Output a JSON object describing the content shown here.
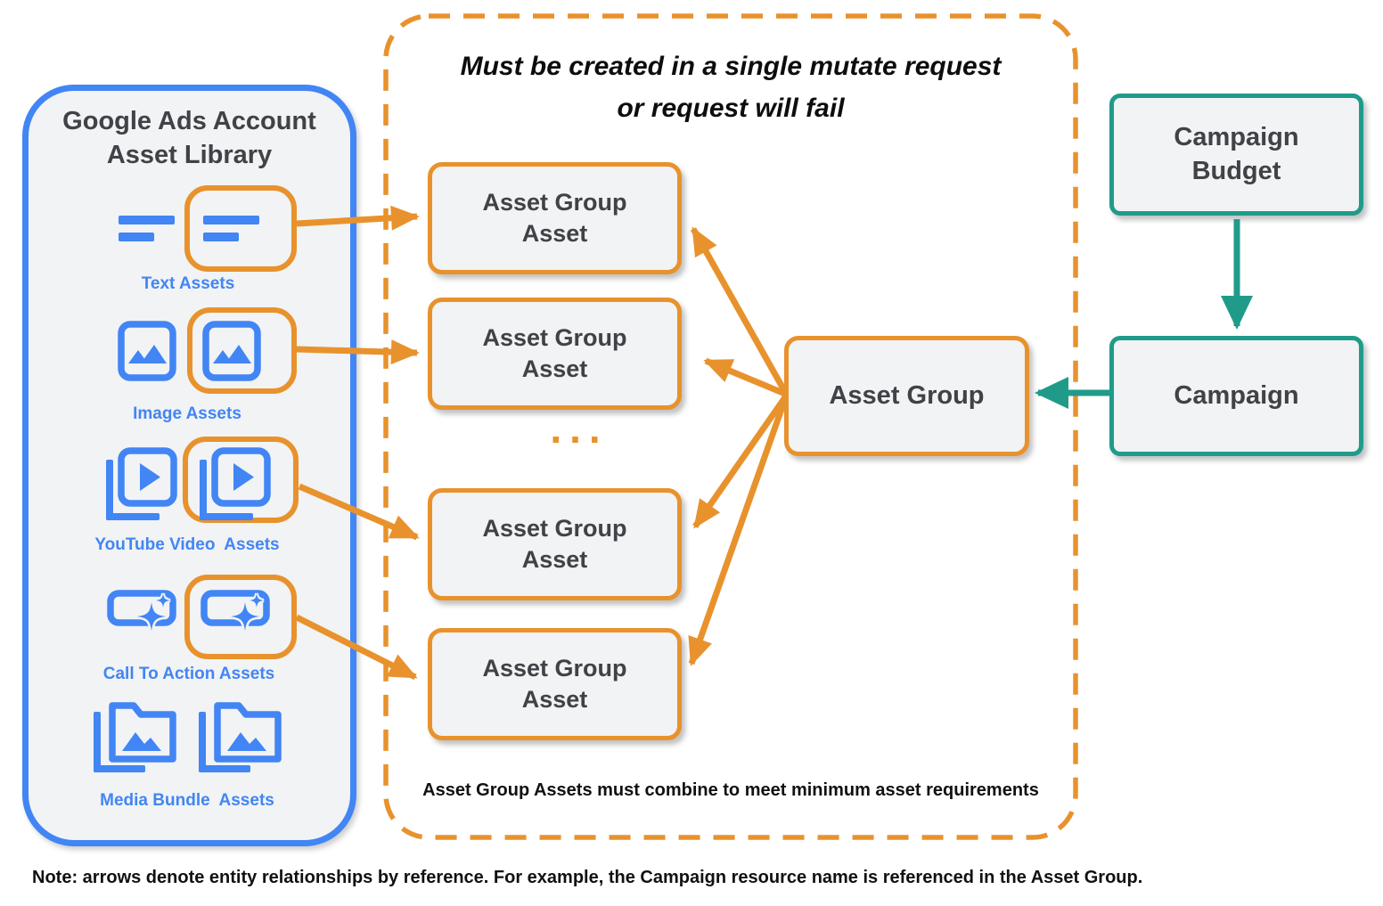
{
  "colors": {
    "blue": "#4285F4",
    "orange": "#E8922D",
    "teal": "#209B8A",
    "panel_fill": "#F1F3F4",
    "dark_text": "#3F4347"
  },
  "library": {
    "title_line1": "Google Ads Account",
    "title_line2": "Asset Library",
    "items": [
      {
        "label": "Text Assets",
        "icon": "text-asset-icon"
      },
      {
        "label": "Image Assets",
        "icon": "image-asset-icon"
      },
      {
        "label": "YouTube Video  Assets",
        "icon": "youtube-video-asset-icon"
      },
      {
        "label": "Call To Action Assets",
        "icon": "call-to-action-asset-icon"
      },
      {
        "label": "Media Bundle  Assets",
        "icon": "media-bundle-asset-icon"
      }
    ]
  },
  "mutate_panel": {
    "title_line1": "Must be created in a single mutate request",
    "title_line2": "or request will fail",
    "ellipsis": "...",
    "footnote": "Asset Group Assets must combine to meet minimum asset requirements"
  },
  "nodes": {
    "asset_group_asset_line1": "Asset Group",
    "asset_group_asset_line2": "Asset",
    "asset_group": "Asset Group",
    "campaign_budget_line1": "Campaign",
    "campaign_budget_line2": "Budget",
    "campaign": "Campaign"
  },
  "note": "Note: arrows denote entity relationships by reference. For example, the Campaign resource name is referenced in the Asset Group."
}
